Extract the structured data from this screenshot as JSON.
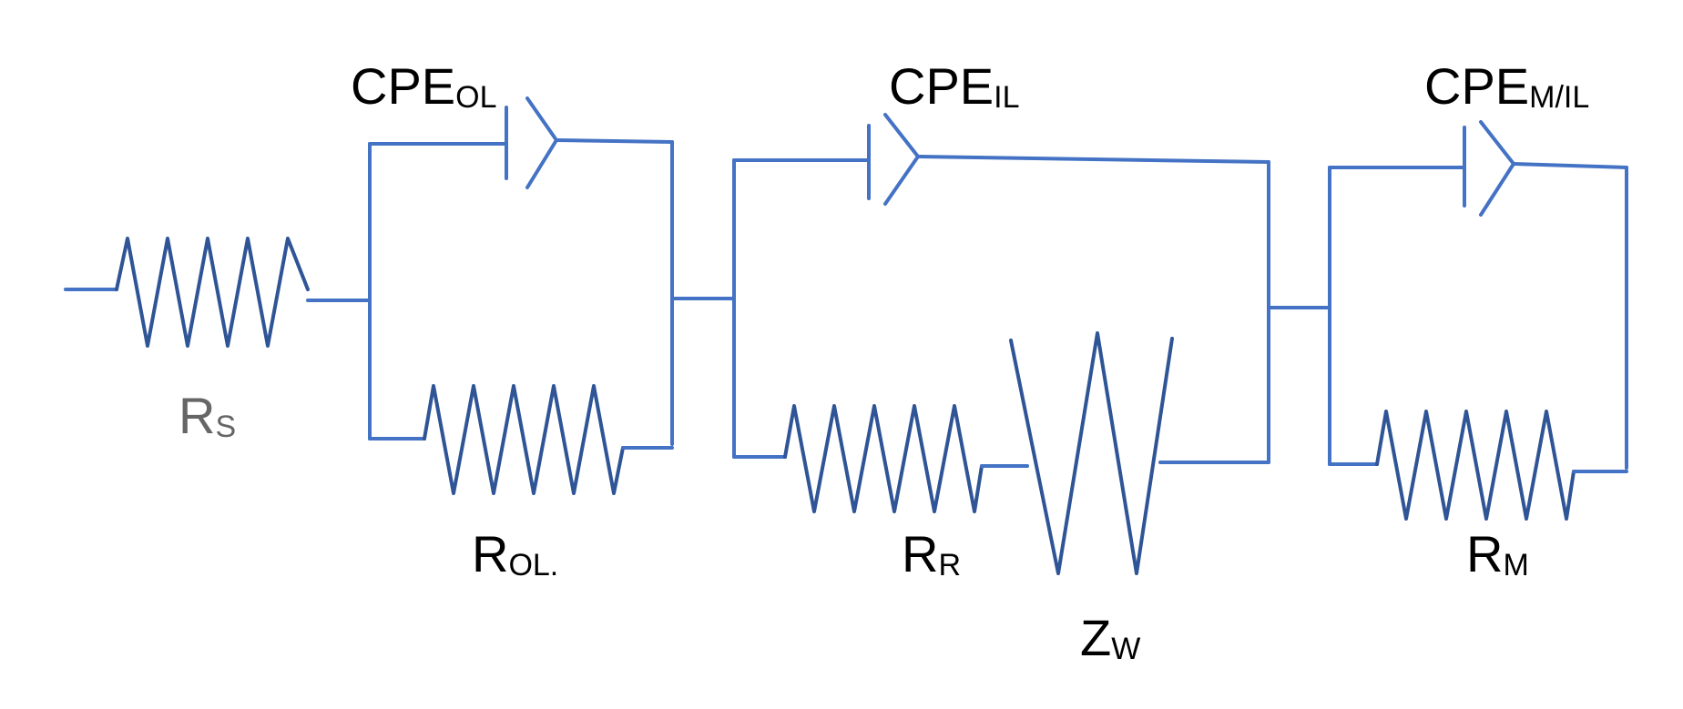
{
  "diagram": {
    "colors": {
      "wire": "#4472c4",
      "resistor": "#2f5597",
      "label": "#000000",
      "label_muted": "#666666"
    },
    "labels": {
      "rs": {
        "main": "R",
        "sub": "S"
      },
      "cpe_ol": {
        "main": "CPE",
        "sub": "OL"
      },
      "r_ol": {
        "main": "R",
        "sub": "OL."
      },
      "cpe_il": {
        "main": "CPE",
        "sub": "IL"
      },
      "r_r": {
        "main": "R",
        "sub": "R"
      },
      "z_w": {
        "main": "Z",
        "sub": "W"
      },
      "cpe_mil": {
        "main": "CPE",
        "sub": "M/IL"
      },
      "r_m": {
        "main": "R",
        "sub": "M"
      }
    }
  }
}
